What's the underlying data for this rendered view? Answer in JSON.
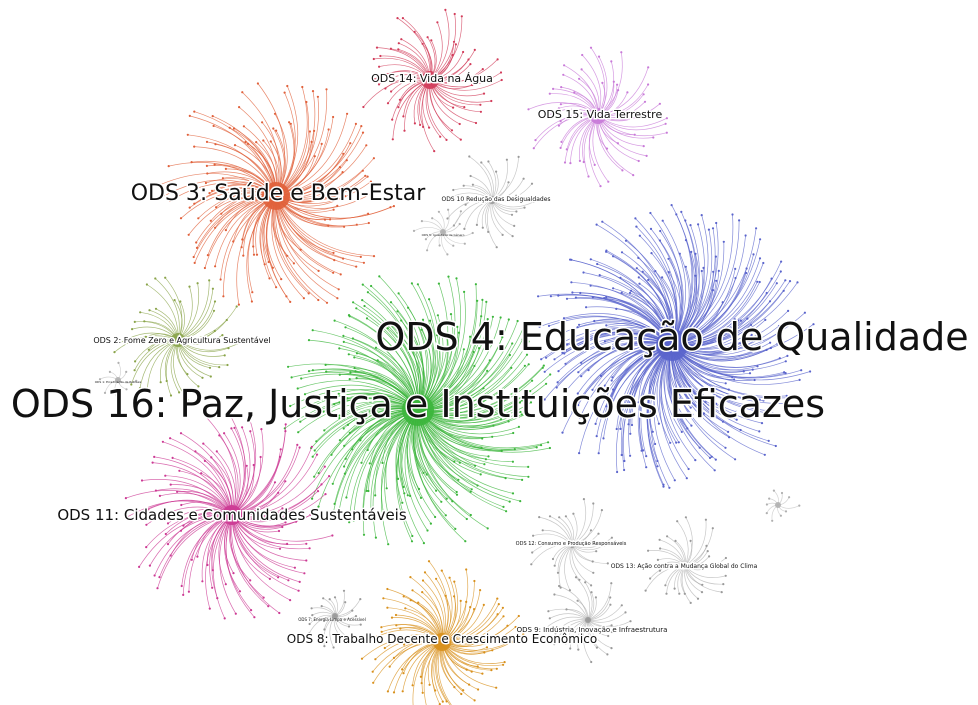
{
  "clusters": [
    {
      "id": "ods14",
      "label": "ODS 14: Vida na Água",
      "color": "#d23c5a",
      "size": "small",
      "edges": 60
    },
    {
      "id": "ods15",
      "label": "ODS 15: Vida Terrestre",
      "color": "#c87ad8",
      "size": "small",
      "edges": 55
    },
    {
      "id": "ods3",
      "label": "ODS 3: Saúde e Bem-Estar",
      "color": "#e0603a",
      "size": "large",
      "edges": 140
    },
    {
      "id": "ods10",
      "label": "ODS 10 Redução das Desigualdades",
      "color": "#9a9a9a",
      "size": "tiny",
      "edges": 30
    },
    {
      "id": "ods5",
      "label": "ODS 5: Igualdade de Gênero",
      "color": "#b0b0b0",
      "size": "tiny",
      "edges": 14
    },
    {
      "id": "ods4",
      "label": "ODS 4: Educação de Qualidade",
      "color": "#5a64cc",
      "size": "huge",
      "edges": 260
    },
    {
      "id": "ods2",
      "label": "ODS 2: Fome Zero e Agricultura Sustentável",
      "color": "#8aa44a",
      "size": "small",
      "edges": 45
    },
    {
      "id": "ods1",
      "label": "ODS 1: Erradicação da Pobreza",
      "color": "#b0b0b0",
      "size": "tiny",
      "edges": 8
    },
    {
      "id": "ods16",
      "label": "ODS 16: Paz, Justiça e Instituições Eficazes",
      "color": "#3cb63c",
      "size": "huge",
      "edges": 230
    },
    {
      "id": "ods11",
      "label": "ODS 11: Cidades e Comunidades Sustentáveis",
      "color": "#cc3a94",
      "size": "medium",
      "edges": 110
    },
    {
      "id": "ods12",
      "label": "ODS 12: Consumo e Produção Responsáveis",
      "color": "#9a9a9a",
      "size": "tiny",
      "edges": 28
    },
    {
      "id": "ods13",
      "label": "ODS 13: Ação contra a Mudança Global do Clima",
      "color": "#9a9a9a",
      "size": "tiny",
      "edges": 32
    },
    {
      "id": "ods17",
      "label": "",
      "color": "#b0b0b0",
      "size": "tiny",
      "edges": 10
    },
    {
      "id": "ods9",
      "label": "ODS 9: Indústria, Inovação e Infraestrutura",
      "color": "#9a9a9a",
      "size": "tiny",
      "edges": 30
    },
    {
      "id": "ods7",
      "label": "ODS 7: Energia Limpa e Acessível",
      "color": "#9a9a9a",
      "size": "tiny",
      "edges": 20
    },
    {
      "id": "ods8",
      "label": "ODS 8: Trabalho Decente e Crescimento Econômico",
      "color": "#d8901c",
      "size": "medium",
      "edges": 90
    }
  ]
}
